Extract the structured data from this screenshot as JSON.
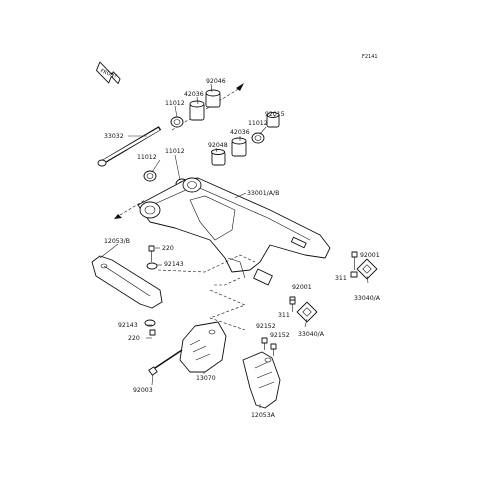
{
  "diagram": {
    "code": "F2141",
    "front_label": "FRONT",
    "labels": {
      "l92046": "92046",
      "l42036a": "42036",
      "l11012a": "11012",
      "l92015": "92015",
      "l33032": "33032",
      "l42036b": "42036",
      "l11012b": "11012",
      "l92048": "92048",
      "l11012c": "11012",
      "l11012d": "11012",
      "l33001": "33001/A/B",
      "l12053b": "12053/B",
      "l220a": "220",
      "l92143a": "92143",
      "l92001a": "92001",
      "l311a": "311",
      "l33040a": "33040/A",
      "l92001b": "92001",
      "l311b": "311",
      "l33040b": "33040/A",
      "l92143b": "92143",
      "l220b": "220",
      "l92152a": "92152",
      "l92152b": "92152",
      "l13070": "13070",
      "l92003": "92003",
      "l12053a": "12053A"
    }
  }
}
